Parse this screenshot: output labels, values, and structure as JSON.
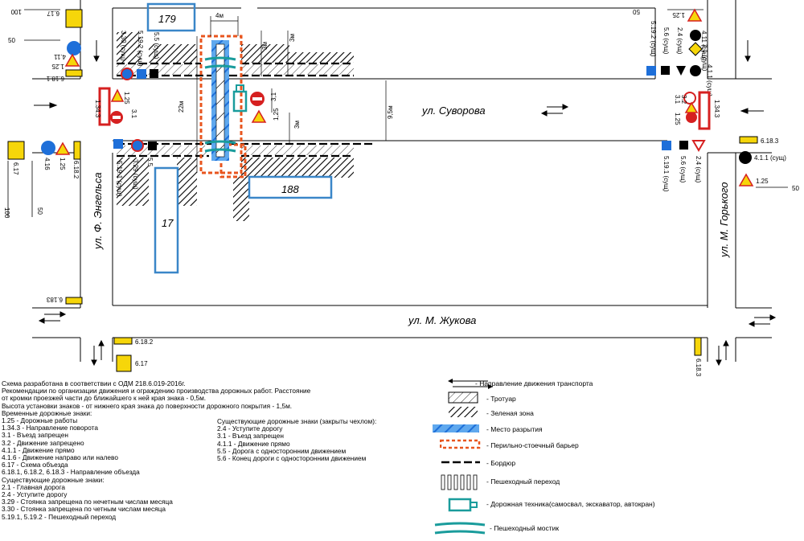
{
  "streets": {
    "suvorova": "ул. Суворова",
    "zhukova": "ул. М. Жукова",
    "gorkogo": "ул. М. Горького",
    "engelsa": "ул. Ф. Энгельса"
  },
  "buildings": {
    "b179": "179",
    "b188": "188",
    "b17": "17"
  },
  "dimensions": {
    "d4m": "4м",
    "d3m_a": "3м",
    "d3m_b": "3м",
    "d3m_c": "3м",
    "d22m": "22м",
    "d95m": "9,5м",
    "d3_1": "3,1",
    "d1_25": "1,25"
  },
  "signs": {
    "s617_tl": "6.17",
    "s411_tl": "4.11",
    "s125_tl": "1.25",
    "s6181_tl": "6.18.1",
    "s5192_l": "5.19.2",
    "s330": "3.30 (сущ)",
    "s5192_l2": "5.19.2 (сущ)",
    "s55_l": "5.5 (сущ)",
    "s1343_l": "1.34.3",
    "s125_l": "1.25",
    "s31_l": "3.1",
    "s617_l": "6.17",
    "s416": "4.16",
    "s125_l2": "1.25",
    "s6182_l": "6.18.2",
    "s5191_l": "5.19.1 (сущ)",
    "s329": "3.29 (сущ)",
    "s55_l2": "5.5",
    "s6183_bl": "6.183",
    "s125_tr": "1.25",
    "s5192_r": "5.19.2 (сущ)",
    "s56_r": "5.6 (сущ)",
    "s24_r": "2.4 (сущ)",
    "s21_r": "2.1 (сущ)",
    "s411_r": "4.11 (сущ)",
    "s31_r": "3.1",
    "s32_r": "3.2",
    "s125_r": "1.25",
    "s1343_r": "1.34.3",
    "s5191_r": "5.19.1 (сущ)",
    "s56_r2": "5.6 (сущ)",
    "s24_r2": "2.4 (сущ)",
    "s6183_r": "6.18.3",
    "s411_r2": "4.1.1 (сущ)",
    "s125_r2": "1.25",
    "s6182_b": "6.18.2",
    "s617_b": "6.17",
    "s6183_b": "6.18.3",
    "s125_c": "1.25",
    "s31_c": "3.1"
  },
  "scale": {
    "n100_tl": "100",
    "n50_tl": "50",
    "n50_tr": "50",
    "n100_bl": "100",
    "n50_bl": "50",
    "n50_r": "50"
  },
  "notes": [
    "Схема разработана в соответствии с ОДМ 218.6.019-2016г.",
    "Рекомендации по организации движения и ограждению производства дорожных работ. Расстояние",
    "от кромки проезжей части до ближайшего к ней края знака - 0,5м.",
    "Высота установки знаков - от нижнего края знака до поверхности дорожного покрытия - 1,5м.",
    "Временные дорожные знаки:",
    "  1.25 - Дорожные работы",
    "  1.34.3 - Направление поворота",
    "  3.1 - Въезд запрещен",
    "  3.2 - Движение запрещено",
    "  4.1.1 - Движение прямо",
    "  4.1.6 - Движение направо или налево",
    "  6.17 - Схема объезда",
    "  6.18.1, 6.18.2, 6.18.3 - Направление объезда",
    "Существующие дорожные знаки:",
    "  2.1 - Главная дорога",
    "  2.4 - Уступите дорогу",
    "  3.29 - Стоянка запрещена по нечетным числам месяца",
    "  3.30 - Стоянка запрещена по четным числам месяца",
    "  5.19.1, 5.19.2 - Пешеходный переход"
  ],
  "existing_notes": [
    "Существующие дорожные знаки (закрыты чехлом):",
    "  2.4 - Уступите дорогу",
    "  3.1 - Въезд запрещен",
    "  4.1.1 - Движение прямо",
    "  5.5 - Дорога с односторонним движением",
    "  5.6 - Конец дороги с односторонним движением"
  ],
  "legend": [
    "- Направление движения транспорта",
    "- Тротуар",
    "- Зеленая зона",
    "- Место разрытия",
    "- Перильно-стоечный барьер",
    "- Бордюр",
    "- Пешеходный переход",
    "- Дорожная техника(самосвал, экскаватор, автокран)",
    "- Пешеходный мостик"
  ],
  "colors": {
    "blue": "#1e6fd9",
    "teal": "#1a9c9c",
    "red": "#d62020",
    "orange": "#e8551e",
    "yellow": "#f6d60a",
    "frame_blue": "#3a86c8"
  }
}
